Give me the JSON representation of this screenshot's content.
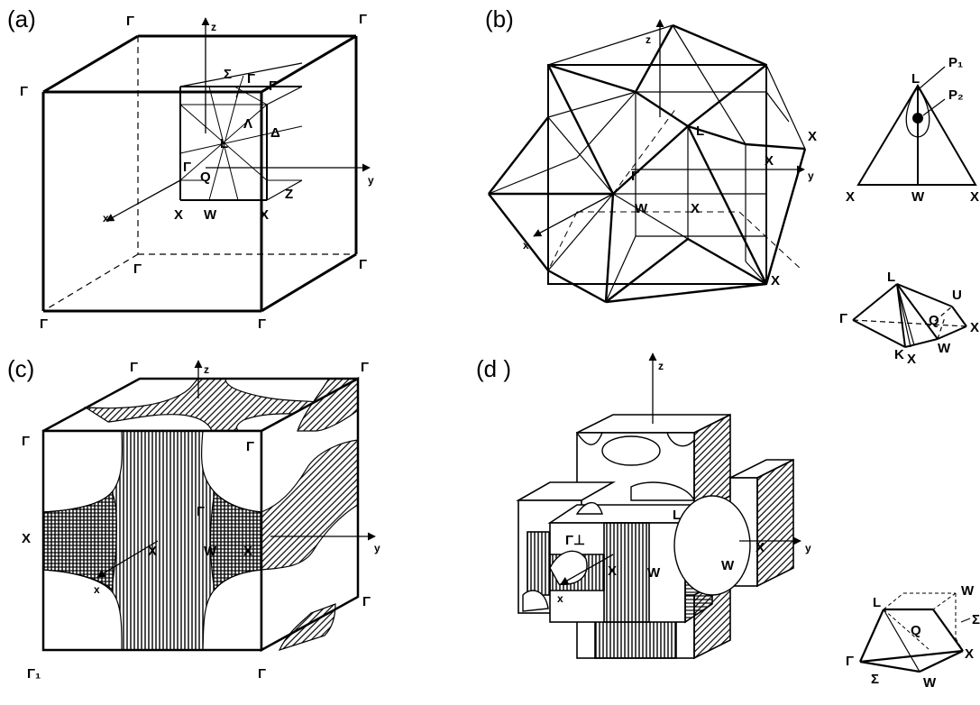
{
  "panels": {
    "a": {
      "label": "(a)"
    },
    "b": {
      "label": "(b)"
    },
    "c": {
      "label": "(c)"
    },
    "d": {
      "label": "(d )"
    }
  },
  "axes": {
    "x": "x",
    "y": "y",
    "z": "z"
  },
  "symbols": {
    "gamma": "Γ",
    "sigma": "Σ",
    "lambda": "Λ",
    "delta": "Δ",
    "L": "L",
    "Q": "Q",
    "W": "W",
    "X": "X",
    "Z": "Z",
    "U": "U",
    "K": "K",
    "p1": "P₁",
    "p2": "P₂"
  },
  "panel_c": {
    "corner_label": "Γ₁"
  },
  "panel_d": {
    "gamma_label": "Γ⊥"
  },
  "colors": {
    "ink": "#000000",
    "background": "#ffffff"
  }
}
